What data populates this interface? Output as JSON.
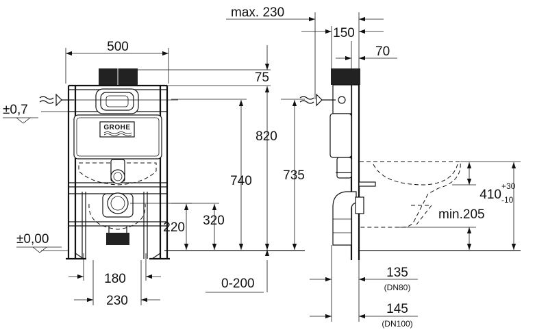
{
  "front_view": {
    "width_dim": "500",
    "top_offset_dim": "75",
    "height_dim_820": "820",
    "height_dim_740": "740",
    "height_dim_735": "735",
    "height_dim_320": "320",
    "height_dim_220": "220",
    "supply_level": "±0,7",
    "floor_level": "±0,00",
    "foot_spacing_dim": "180",
    "foot_outer_dim": "230",
    "adjust_range_dim": "0-200",
    "brand_label": "GROHE"
  },
  "side_view": {
    "max_depth_dim": "max. 230",
    "depth_150_dim": "150",
    "depth_70_dim": "70",
    "bowl_height_dim": "410",
    "bowl_height_tol_upper": "+30",
    "bowl_height_tol_lower": "-10",
    "min_dim": "min.205",
    "pipe_dn80_dim": "135",
    "pipe_dn80_label": "(DN80)",
    "pipe_dn100_dim": "145",
    "pipe_dn100_label": "(DN100)"
  }
}
